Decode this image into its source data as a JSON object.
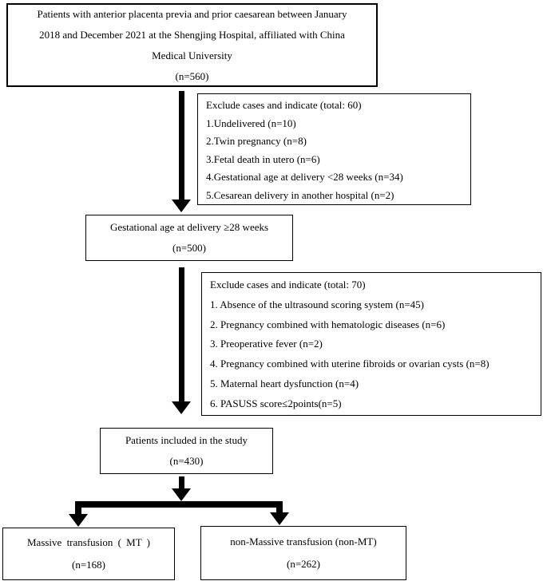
{
  "colors": {
    "background": "#ffffff",
    "line_and_text": "#000000"
  },
  "title_box": {
    "line1": "Patients with anterior placenta previa and prior caesarean between January",
    "line2": "2018 and December 2021 at the Shengjing Hospital, affiliated with China",
    "line3": "Medical University",
    "count": "(n=560)"
  },
  "exclusion_box_1": {
    "title": "Exclude cases and indicate (total: 60)",
    "items": [
      "1.Undelivered (n=10)",
      "2.Twin pregnancy (n=8)",
      "3.Fetal death in utero (n=6)",
      "4.Gestational age at delivery <28 weeks (n=34)",
      "5.Cesarean delivery in another hospital (n=2)"
    ]
  },
  "gestational_box": {
    "line1": "Gestational age at delivery ≥28 weeks",
    "count": "(n=500)"
  },
  "exclusion_box_2": {
    "title": "Exclude cases and indicate (total: 70)",
    "items": [
      "1. Absence of the ultrasound scoring system (n=45)",
      "2. Pregnancy combined with hematologic diseases (n=6)",
      "3. Preoperative fever (n=2)",
      "4. Pregnancy combined with uterine fibroids or ovarian cysts (n=8)",
      "5. Maternal heart dysfunction (n=4)",
      "6. PASUSS score≤2points(n=5)"
    ]
  },
  "included_box": {
    "line1": "Patients included in the study",
    "count": "(n=430)"
  },
  "mt_box": {
    "line1": "Massive transfusion ( MT )",
    "count": "(n=168)"
  },
  "non_mt_box": {
    "line1": "non-Massive transfusion (non-MT)",
    "count": "(n=262)"
  }
}
